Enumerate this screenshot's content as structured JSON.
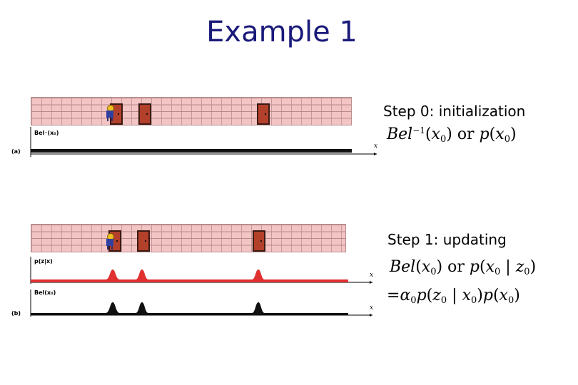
{
  "title": "Example 1",
  "panel_a": {
    "tag": "(a)",
    "y_label": "Bel⁻(x₀)",
    "x_label": "x",
    "step_label": "Step 0: initialization",
    "equation": {
      "bel": "Bel",
      "sup": "−1",
      "arg": "x",
      "sub": "0",
      "or": "or",
      "p": "p",
      "arg2": "x",
      "sub2": "0"
    }
  },
  "panel_b": {
    "tag": "(b)",
    "y_label_1": "p(z|x)",
    "y_label_2": "Bel(x₀)",
    "x_label_1": "x",
    "x_label_2": "x",
    "step_label": "Step 1: updating",
    "equation_line1": {
      "bel": "Bel",
      "arg": "x",
      "sub": "0",
      "or": "or",
      "p": "p",
      "x": "x",
      "xsub": "0",
      "bar": "|",
      "z": "z",
      "zsub": "0"
    },
    "equation_line2": {
      "eq": "=",
      "alpha": "α",
      "asub": "0",
      "p1": "p",
      "z": "z",
      "zsub": "0",
      "bar": "|",
      "x": "x",
      "xsub": "0",
      "p2": "p",
      "x2": "x",
      "x2sub": "0"
    }
  },
  "colors": {
    "likelihood": "#e03030",
    "belief": "#111111",
    "title": "#1a1a7a"
  },
  "chart_data": [
    {
      "type": "area",
      "name": "uniform prior",
      "x": [
        0,
        1
      ],
      "values": [
        1,
        1
      ]
    },
    {
      "type": "area",
      "name": "measurement likelihood",
      "door_positions": [
        0.25,
        0.33,
        0.71
      ]
    },
    {
      "type": "area",
      "name": "posterior",
      "door_positions": [
        0.25,
        0.33,
        0.71
      ]
    }
  ]
}
